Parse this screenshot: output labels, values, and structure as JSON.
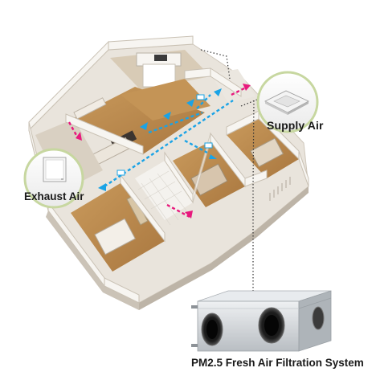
{
  "labels": {
    "supply_air": "Supply Air",
    "exhaust_air": "Exhaust Air",
    "system_name": "PM2.5 Fresh Air Filtration System"
  },
  "colors": {
    "supply_flow": "#1aa3e6",
    "exhaust_flow": "#e8197d",
    "wall": "#f4f1ec",
    "floor_wood": "#b8894f",
    "unit_body": "#dcdfe2",
    "connector_line": "#333333"
  },
  "icons": {
    "supply_vent": "ceiling-supply-diffuser-icon",
    "exhaust_vent": "wall-exhaust-grille-icon",
    "ventilation_unit": "fresh-air-unit-icon"
  }
}
